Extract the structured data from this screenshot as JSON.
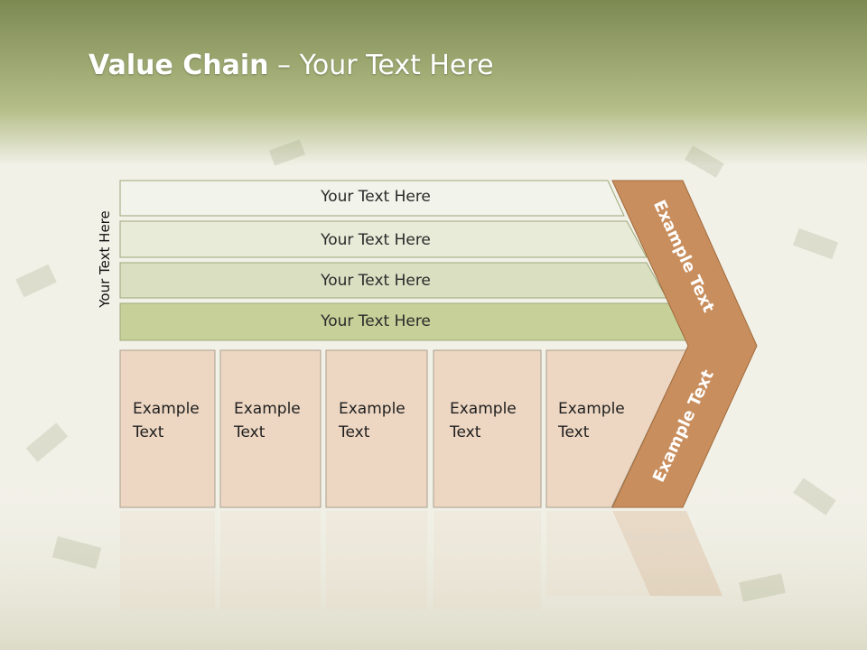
{
  "slide": {
    "title_bold": "Value Chain",
    "title_rest": " – Your Text Here",
    "side_label": "Your Text Here"
  },
  "bars": [
    {
      "label": "Your Text Here"
    },
    {
      "label": "Your Text Here"
    },
    {
      "label": "Your Text Here"
    },
    {
      "label": "Your Text Here"
    }
  ],
  "boxes": [
    {
      "line1": "Example",
      "line2": "Text"
    },
    {
      "line1": "Example",
      "line2": "Text"
    },
    {
      "line1": "Example",
      "line2": "Text"
    },
    {
      "line1": "Example",
      "line2": "Text"
    },
    {
      "line1": "Example",
      "line2": "Text"
    }
  ],
  "chevron": {
    "upper_text": "Example Text",
    "lower_text": "Example Text"
  },
  "colors": {
    "header_top": "#7d8a55",
    "header_bottom": "#b7bf8c",
    "bar1": "#f1f2e8",
    "bar2": "#e6ead6",
    "bar3": "#d9dfc0",
    "bar4": "#c5d096",
    "box_fill": "#ecd6c2",
    "chevron": "#c98d5c"
  }
}
